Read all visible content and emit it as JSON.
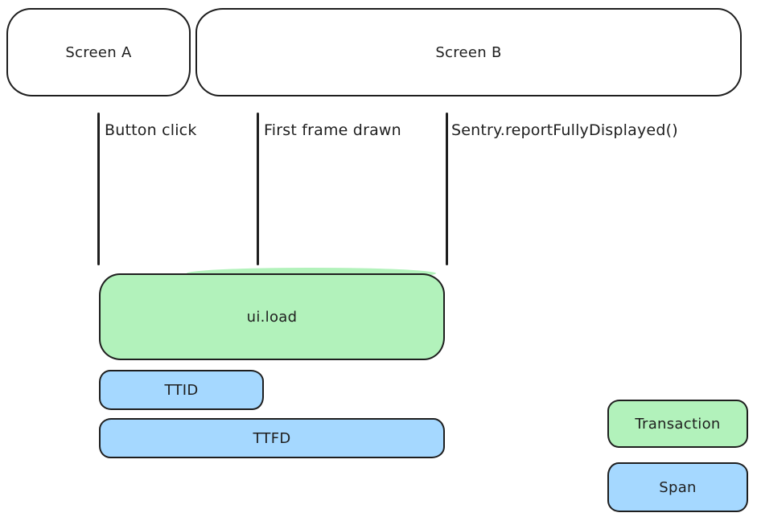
{
  "diagram": {
    "screens": [
      {
        "id": "screen-a",
        "label": "Screen A"
      },
      {
        "id": "screen-b",
        "label": "Screen B"
      }
    ],
    "events": [
      {
        "id": "button-click",
        "label": "Button click"
      },
      {
        "id": "first-frame-drawn",
        "label": "First frame drawn"
      },
      {
        "id": "report-fully-displayed",
        "label": "Sentry.reportFullyDisplayed()"
      }
    ],
    "bars": [
      {
        "id": "ui-load",
        "label": "ui.load",
        "type": "transaction"
      },
      {
        "id": "ttid",
        "label": "TTID",
        "type": "span"
      },
      {
        "id": "ttfd",
        "label": "TTFD",
        "type": "span"
      }
    ],
    "legend": [
      {
        "label": "Transaction",
        "type": "transaction"
      },
      {
        "label": "Span",
        "type": "span"
      }
    ],
    "colors": {
      "transaction": "#b2f2bb",
      "span": "#a5d8ff",
      "stroke": "#1e1e1e",
      "background": "#ffffff"
    }
  }
}
